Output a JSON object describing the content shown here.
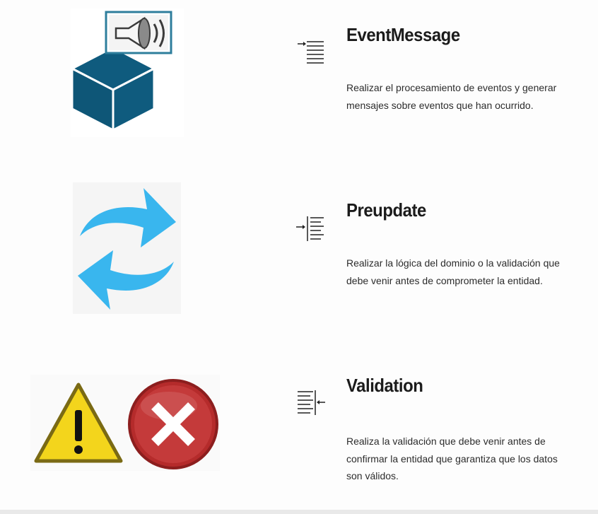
{
  "items": [
    {
      "title": "EventMessage",
      "description": "Realizar el procesamiento de eventos y generar mensajes sobre eventos que han ocurrido.",
      "image_icon": "package-megaphone-icon",
      "align_icon": "indent-text-icon"
    },
    {
      "title": "Preupdate",
      "description": "Realizar la lógica del dominio o la validación que debe venir antes de comprometer la entidad.",
      "image_icon": "refresh-arrows-icon",
      "align_icon": "indent-bar-text-icon"
    },
    {
      "title": "Validation",
      "description": "Realiza  la validación que debe venir antes de confirmar la entidad que garantiza que los datos son válidos.",
      "image_icon": "warning-error-icon",
      "align_icon": "outdent-text-icon"
    }
  ],
  "colors": {
    "box_blue": "#0f5b7e",
    "arrow_blue": "#39b6ee",
    "warning_yellow": "#f3d51c",
    "error_red": "#b52b2b",
    "title_text": "#1b1b1b",
    "body_text": "#2c2c2c"
  }
}
